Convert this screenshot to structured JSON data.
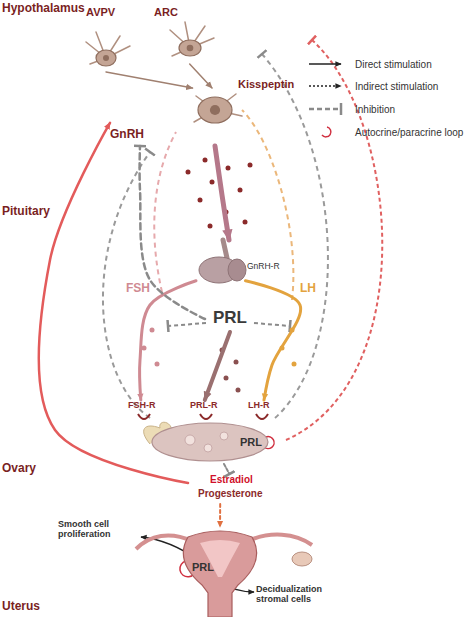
{
  "diagram": {
    "nodes": [
      {
        "text": [
          "AVPV"
        ]
      },
      {
        "text": [
          "ARC"
        ]
      },
      {
        "text": [
          "GnRH"
        ]
      },
      {
        "text": [
          "GnRH-R"
        ]
      },
      {
        "text": [
          "PRL"
        ]
      },
      {
        "text": [
          "FSH-R",
          "PRL-R",
          "LH-R",
          "PRL"
        ]
      },
      {
        "text": [
          "Estradiol",
          "Progesterone"
        ]
      },
      {
        "text": [
          "PRL"
        ]
      }
    ],
    "edges": [
      {
        "from": 0,
        "to": 2,
        "arrow": "to"
      },
      {
        "from": 1,
        "to": 2,
        "arrow": "to"
      },
      {
        "from": 2,
        "to": 3,
        "arrow": "to"
      },
      {
        "from": 3,
        "to": 5,
        "label": "FSH",
        "arrow": "to"
      },
      {
        "from": 3,
        "to": 5,
        "label": "LH",
        "arrow": "to"
      },
      {
        "from": 4,
        "to": 5,
        "arrow": "to"
      },
      {
        "from": 4,
        "to": 2,
        "arrow": "to"
      },
      {
        "from": 6,
        "to": 2,
        "arrow": "to"
      },
      {
        "from": 5,
        "to": 6,
        "arrow": "to"
      },
      {
        "from": 6,
        "to": 7,
        "arrow": "to"
      }
    ],
    "labels": [
      "Hypothalamus",
      "Kisspeptin",
      "Pituitary",
      "Ovary",
      "Smooth cell proliferation",
      "Decidualization stromal cells",
      "Uterus"
    ],
    "legend": [
      {
        "text": "Direct stimulation"
      },
      {
        "text": "Indirect stimulation"
      },
      {
        "text": "Inhibition"
      },
      {
        "text": "Autocrine/paracrine loop"
      }
    ]
  }
}
